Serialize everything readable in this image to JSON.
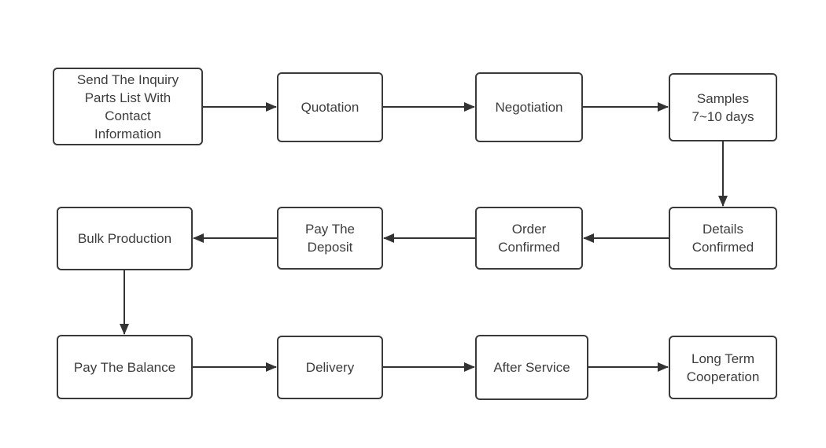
{
  "colors": {
    "canvas-bg": "#ffffff",
    "node-fill": "#ffffff",
    "node-border": "#3a3a3a",
    "node-text": "#3d3d3d",
    "arrow-color": "#333333"
  },
  "diagram": {
    "type": "flowchart",
    "nodes": [
      {
        "id": "inquiry",
        "label": "Send The Inquiry\nParts List With\nContact\nInformation"
      },
      {
        "id": "quotation",
        "label": "Quotation"
      },
      {
        "id": "negotiation",
        "label": "Negotiation"
      },
      {
        "id": "samples",
        "label": "Samples\n7~10 days"
      },
      {
        "id": "details-confirmed",
        "label": "Details\nConfirmed"
      },
      {
        "id": "order-confirmed",
        "label": "Order\nConfirmed"
      },
      {
        "id": "pay-deposit",
        "label": "Pay The\nDeposit"
      },
      {
        "id": "bulk-production",
        "label": "Bulk Production"
      },
      {
        "id": "pay-balance",
        "label": "Pay The Balance"
      },
      {
        "id": "delivery",
        "label": "Delivery"
      },
      {
        "id": "after-service",
        "label": "After Service"
      },
      {
        "id": "long-term",
        "label": "Long Term\nCooperation"
      }
    ],
    "edges": [
      {
        "from": "inquiry",
        "to": "quotation"
      },
      {
        "from": "quotation",
        "to": "negotiation"
      },
      {
        "from": "negotiation",
        "to": "samples"
      },
      {
        "from": "samples",
        "to": "details-confirmed"
      },
      {
        "from": "details-confirmed",
        "to": "order-confirmed"
      },
      {
        "from": "order-confirmed",
        "to": "pay-deposit"
      },
      {
        "from": "pay-deposit",
        "to": "bulk-production"
      },
      {
        "from": "bulk-production",
        "to": "pay-balance"
      },
      {
        "from": "pay-balance",
        "to": "delivery"
      },
      {
        "from": "delivery",
        "to": "after-service"
      },
      {
        "from": "after-service",
        "to": "long-term"
      }
    ]
  }
}
